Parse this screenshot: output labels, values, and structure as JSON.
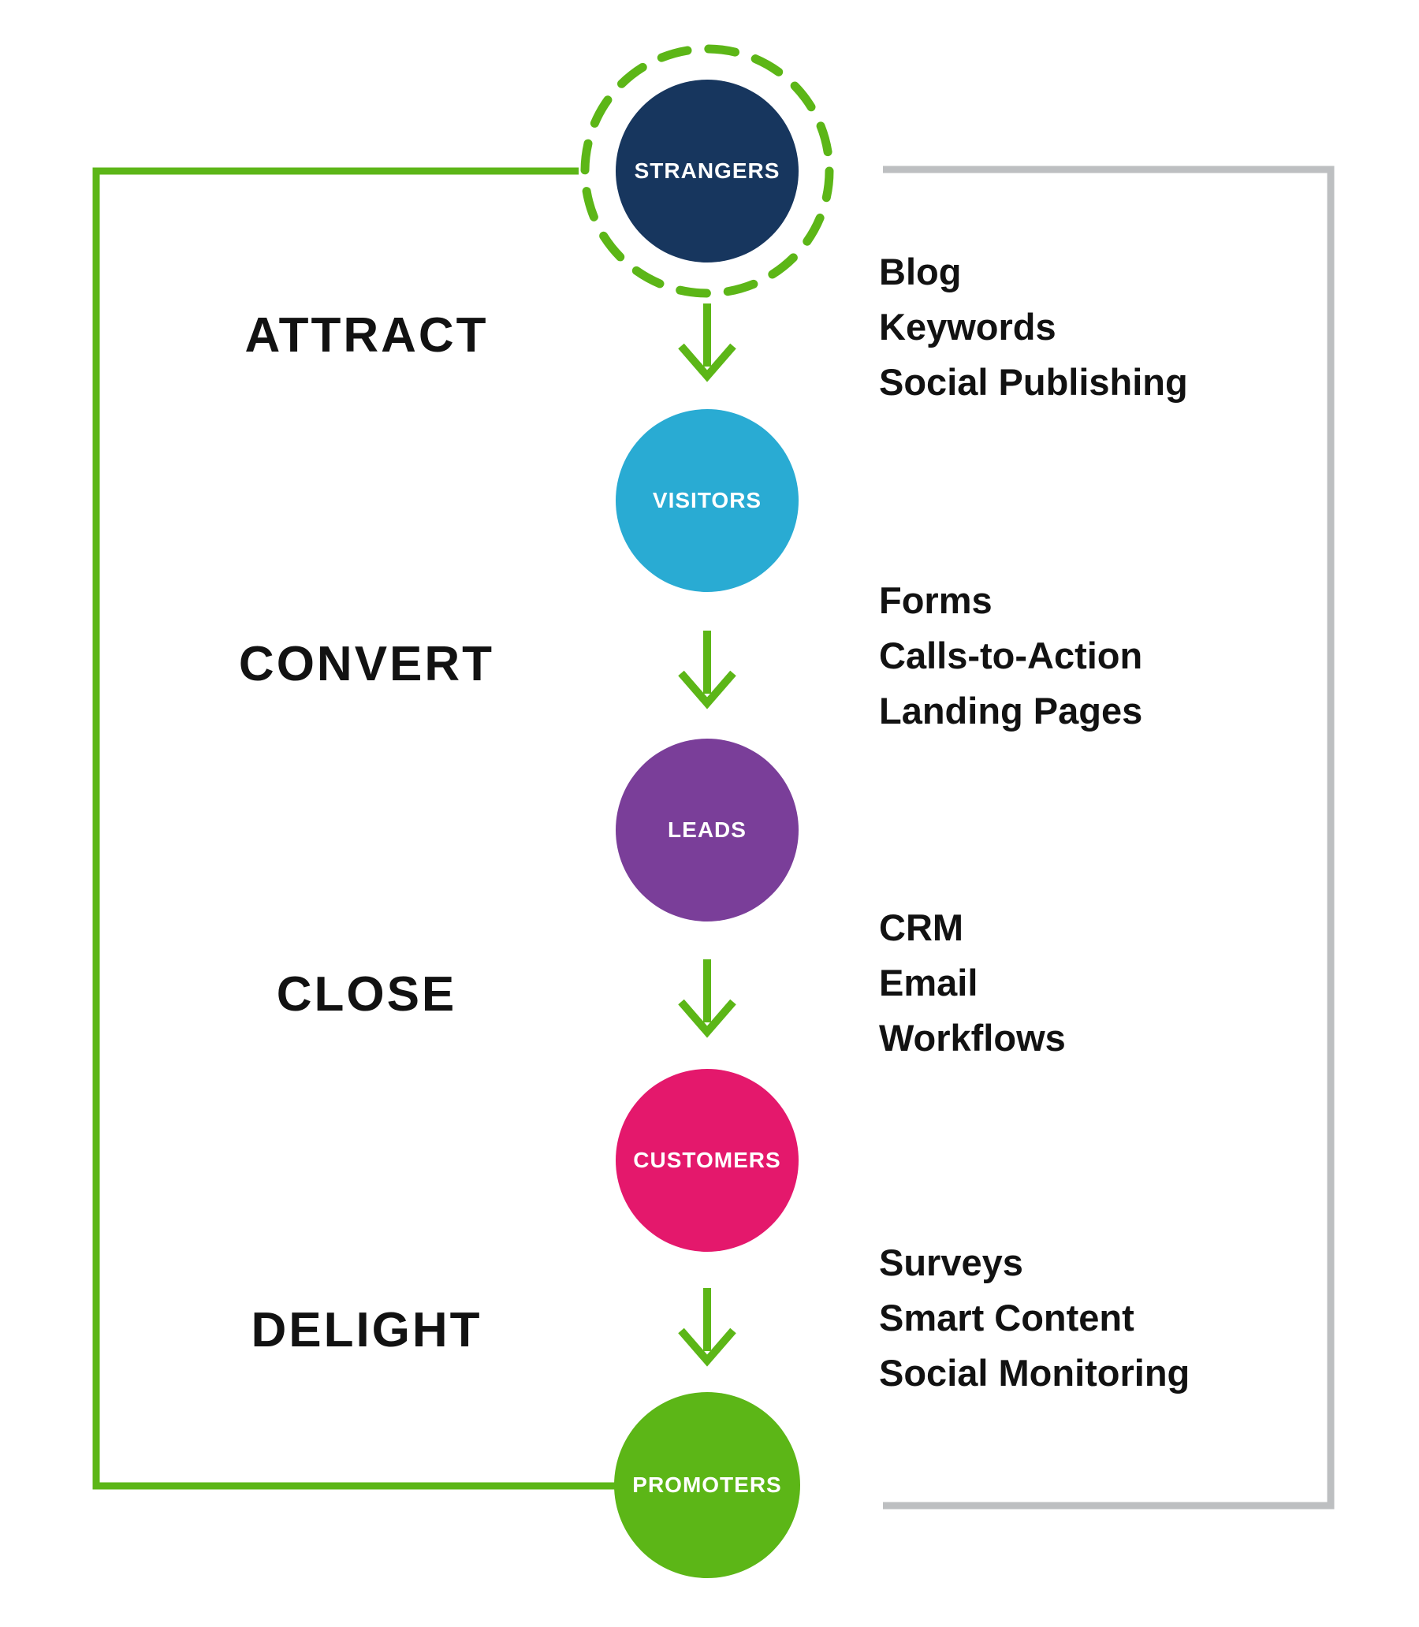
{
  "colors": {
    "green": "#5CB617",
    "gray": "#BDBFC1",
    "text": "#121212",
    "navy": "#17365E",
    "cyan": "#29ABD3",
    "purple": "#7A3E99",
    "pink": "#E4186C"
  },
  "funnel": {
    "nodes": [
      {
        "id": "strangers",
        "label": "STRANGERS",
        "color": "#17365E"
      },
      {
        "id": "visitors",
        "label": "VISITORS",
        "color": "#29ABD3"
      },
      {
        "id": "leads",
        "label": "LEADS",
        "color": "#7A3E99"
      },
      {
        "id": "customers",
        "label": "CUSTOMERS",
        "color": "#E4186C"
      },
      {
        "id": "promoters",
        "label": "PROMOTERS",
        "color": "#5CB617"
      }
    ],
    "stages": [
      {
        "label": "ATTRACT",
        "tools": [
          "Blog",
          "Keywords",
          "Social Publishing"
        ]
      },
      {
        "label": "CONVERT",
        "tools": [
          "Forms",
          "Calls-to-Action",
          "Landing Pages"
        ]
      },
      {
        "label": "CLOSE",
        "tools": [
          "CRM",
          "Email",
          "Workflows"
        ]
      },
      {
        "label": "DELIGHT",
        "tools": [
          "Surveys",
          "Smart Content",
          "Social Monitoring"
        ]
      }
    ]
  }
}
